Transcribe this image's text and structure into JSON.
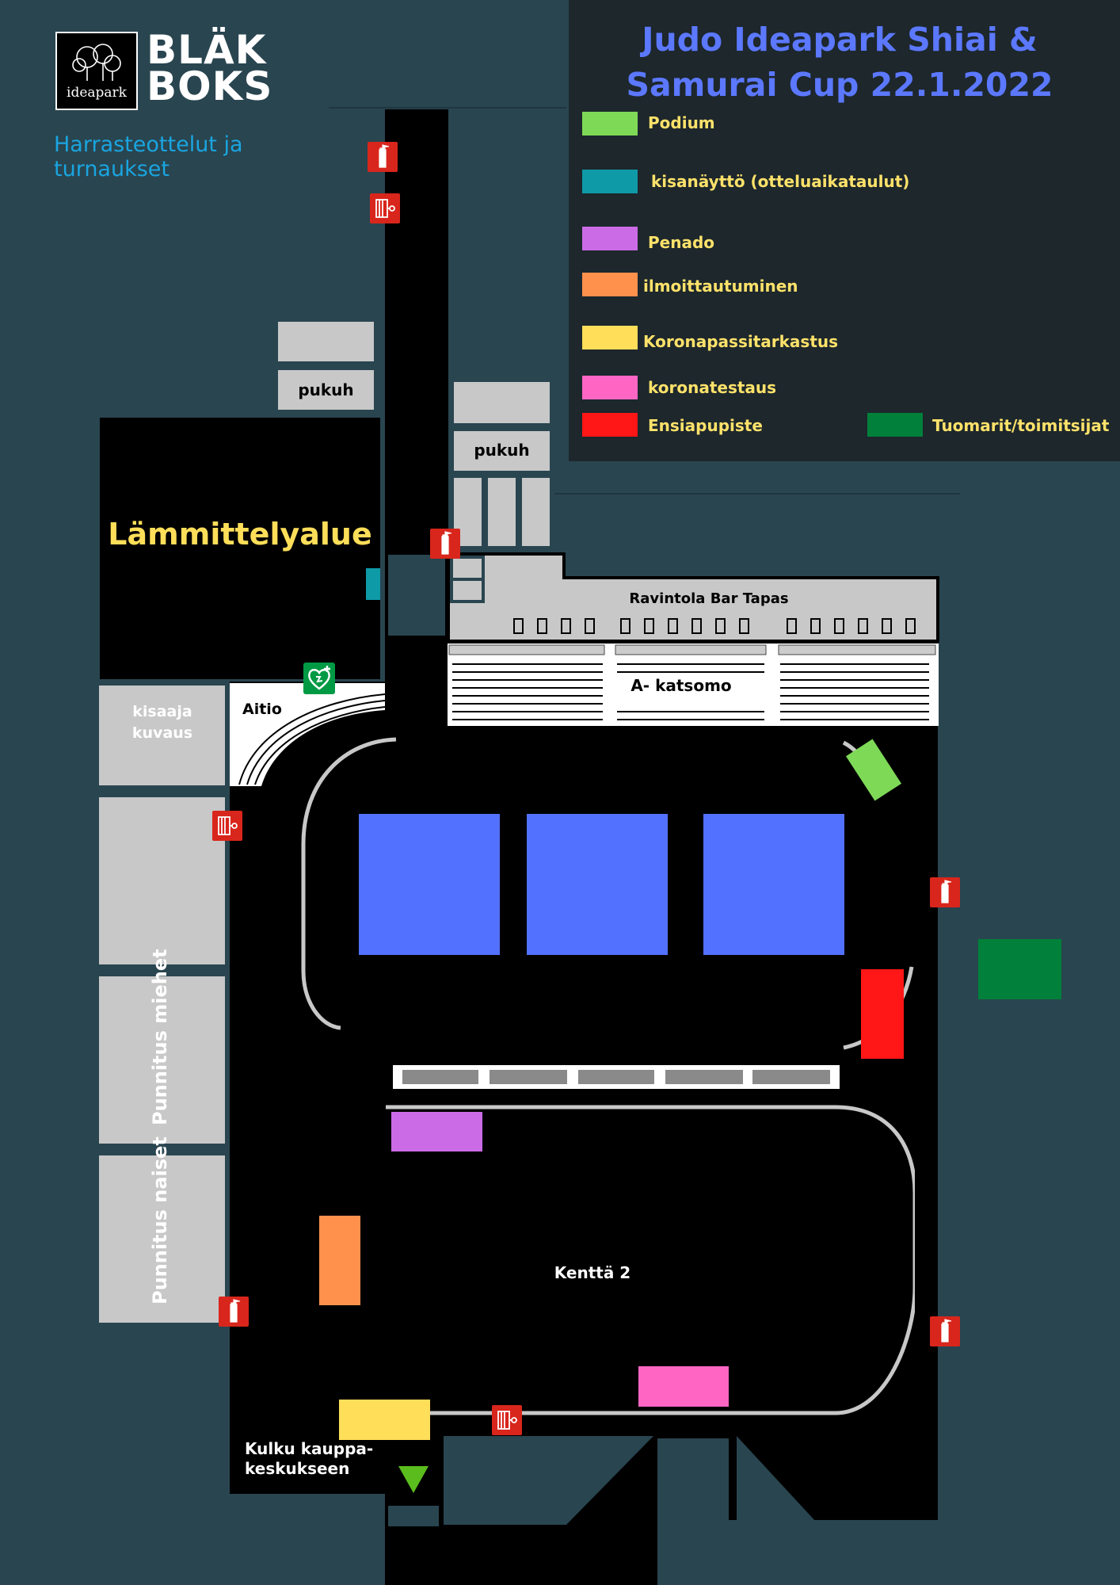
{
  "header": {
    "logo_text": "ideapark",
    "brand_line1": "BLÄK",
    "brand_line2": "BOKS",
    "tagline": "Harrasteottelut ja turnaukset"
  },
  "title": "Judo Ideapark Shiai & Samurai Cup 22.1.2022",
  "legend": [
    {
      "label": "Podium",
      "color": "#7ed957"
    },
    {
      "label": "kisanäyttö (otteluaikataulut)",
      "color": "#0f9aa8"
    },
    {
      "label": "Penado",
      "color": "#cb6ce6"
    },
    {
      "label": "ilmoittautuminen",
      "color": "#ff914d"
    },
    {
      "label": "Koronapassitarkastus",
      "color": "#ffde59"
    },
    {
      "label": "koronatestaus",
      "color": "#ff66c4"
    },
    {
      "label": "Ensiapupiste",
      "color": "#ff1616"
    },
    {
      "label": "Tuomarit/toimitsijat",
      "color": "#00803a"
    }
  ],
  "map": {
    "warmup": "Lämmittelyalue",
    "changing_room_1": "pukuh",
    "changing_room_2": "pukuh",
    "restaurant": "Ravintola Bar Tapas",
    "stands": "A- katsomo",
    "box": "Aitio",
    "photo_room": "kisaaja kuvaus",
    "weighin_men": "Punnitus miehet",
    "weighin_women": "Punnitus naiset",
    "field": "Kenttä 2",
    "exit": "Kulku kauppa- keskukseen"
  },
  "icons": {
    "extinguisher": "fire-extinguisher-icon",
    "hose": "fire-hose-icon",
    "aed": "aed-heart-icon",
    "exit_arrow": "down-arrow-icon"
  }
}
